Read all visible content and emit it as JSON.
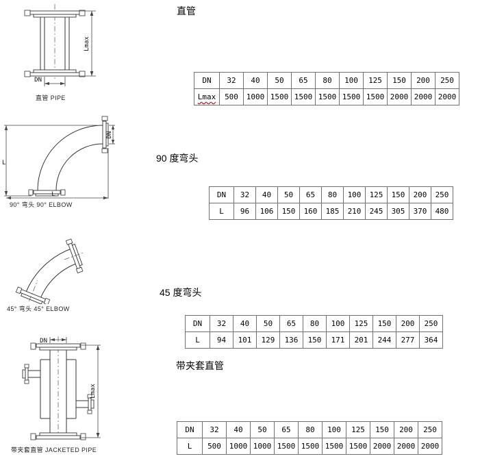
{
  "page": {
    "bg": "#ffffff",
    "accent_wavy_underline": "#d40000"
  },
  "sections": [
    {
      "title": "直管",
      "caption": "直管 PIPE",
      "dims": {
        "lmax": "Lmax",
        "dn": "DN"
      },
      "table": {
        "rows": [
          {
            "header": "DN",
            "values": [
              "32",
              "40",
              "50",
              "65",
              "80",
              "100",
              "125",
              "150",
              "200",
              "250"
            ]
          },
          {
            "header": "Lmax",
            "wavy": true,
            "values": [
              "500",
              "1000",
              "1500",
              "1500",
              "1500",
              "1500",
              "1500",
              "2000",
              "2000",
              "2000"
            ]
          }
        ]
      }
    },
    {
      "title": "90 度弯头",
      "caption": "90° 弯头 90° ELBOW",
      "dims": {
        "l_v": "L",
        "l_h": "L",
        "dn": "DN"
      },
      "table": {
        "rows": [
          {
            "header": "DN",
            "values": [
              "32",
              "40",
              "50",
              "65",
              "80",
              "100",
              "125",
              "150",
              "200",
              "250"
            ]
          },
          {
            "header": "L",
            "values": [
              "96",
              "106",
              "150",
              "160",
              "185",
              "210",
              "245",
              "305",
              "370",
              "480"
            ]
          }
        ]
      }
    },
    {
      "title": "45 度弯头",
      "caption": "45° 弯头 45° ELBOW",
      "dims": {},
      "table": {
        "rows": [
          {
            "header": "DN",
            "values": [
              "32",
              "40",
              "50",
              "65",
              "80",
              "100",
              "125",
              "150",
              "200",
              "250"
            ]
          },
          {
            "header": "L",
            "values": [
              "94",
              "101",
              "129",
              "136",
              "150",
              "171",
              "201",
              "244",
              "277",
              "364"
            ]
          }
        ]
      }
    },
    {
      "title": "带夹套直管",
      "caption": "带夹套直管 JACKETED PIPE",
      "dims": {
        "dn": "DN",
        "lmax": "Lmax"
      },
      "table": {
        "rows": [
          {
            "header": "DN",
            "values": [
              "32",
              "40",
              "50",
              "65",
              "80",
              "100",
              "125",
              "150",
              "200",
              "250"
            ]
          },
          {
            "header": "L",
            "values": [
              "500",
              "1000",
              "1000",
              "1500",
              "1500",
              "1500",
              "1500",
              "2000",
              "2000",
              "2000"
            ]
          }
        ]
      }
    }
  ]
}
